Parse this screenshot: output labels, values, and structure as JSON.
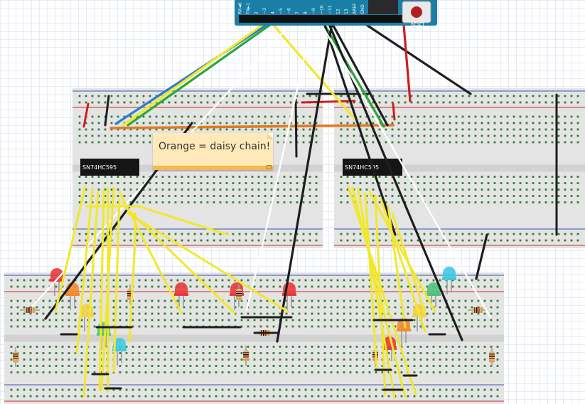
{
  "note": {
    "text": "Orange = daisy chain!"
  },
  "chips": [
    {
      "label": "SN74HC595"
    },
    {
      "label": "SN74HC595"
    }
  ],
  "arduino": {
    "reset_label": "RESET",
    "pin_labels": [
      "GND",
      "AREF",
      "13",
      "12",
      "~11",
      "~10",
      "~9",
      "8",
      "7",
      "~6",
      "~5",
      "4",
      "~3",
      "2",
      "TX►1",
      "RX◄0"
    ]
  },
  "wire_colors": {
    "orange": "#e07b22",
    "yellow": "#f2e82a",
    "black": "#1e1e1e",
    "white": "#ffffff",
    "red": "#cc1f1f",
    "blue": "#2c7ccc",
    "green": "#2aa63a"
  }
}
